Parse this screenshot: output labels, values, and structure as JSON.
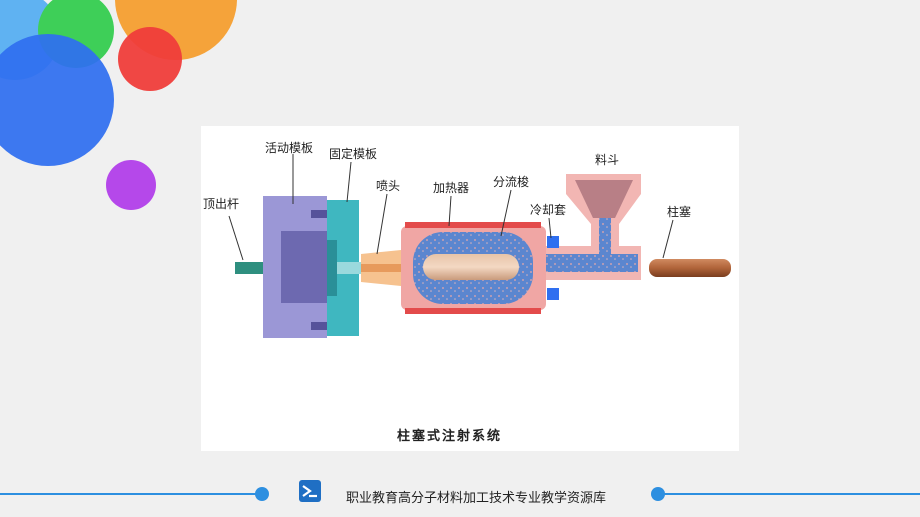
{
  "diagram": {
    "caption": "柱塞式注射系统",
    "labels": {
      "ejector_rod": "顶出杆",
      "moving_platen": "活动模板",
      "fixed_platen": "固定模板",
      "nozzle": "喷头",
      "heater": "加热器",
      "torpedo": "分流梭",
      "cooling_jacket": "冷却套",
      "hopper": "料斗",
      "plunger": "柱塞"
    }
  },
  "footer": {
    "org_name": "职业教育高分子材料加工技术专业教学资源库",
    "logo_icon": "resource-library-logo-icon"
  },
  "colors": {
    "accent": "#2d8fe0",
    "moving_platen": "#9b97d6",
    "fixed_platen": "#3fb7c0",
    "barrel": "#f0a6a4",
    "melt": "#5b86cf",
    "plunger": "#b0643a"
  }
}
